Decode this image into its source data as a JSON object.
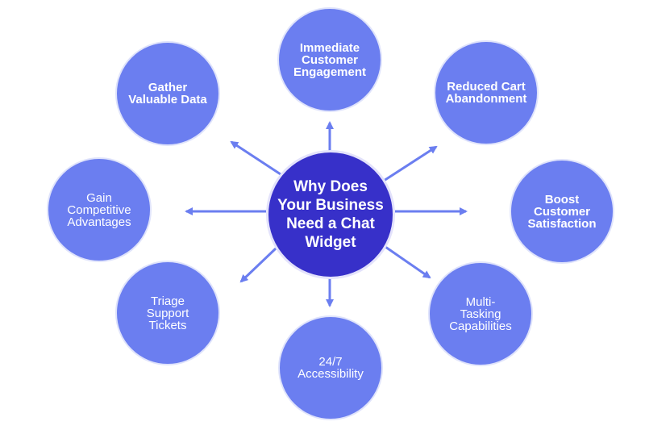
{
  "center": {
    "label": "Why Does\nYour Business\nNeed a Chat\nWidget"
  },
  "nodes": {
    "immediate_engagement": {
      "label": "Immediate\nCustomer\nEngagement"
    },
    "reduced_cart": {
      "label": "Reduced Cart\nAbandonment"
    },
    "boost_satisfaction": {
      "label": "Boost\nCustomer\nSatisfaction"
    },
    "multitasking": {
      "label": "Multi-\nTasking\nCapabilities"
    },
    "accessibility": {
      "label": "24/7\nAccessibility"
    },
    "triage": {
      "label": "Triage\nSupport\nTickets"
    },
    "competitive": {
      "label": "Gain\nCompetitive\nAdvantages"
    },
    "gather_data": {
      "label": "Gather\nValuable Data"
    }
  },
  "colors": {
    "outer_fill": "#6b7ef0",
    "center_fill": "#3730c9",
    "arrow": "#6b7ef0"
  }
}
